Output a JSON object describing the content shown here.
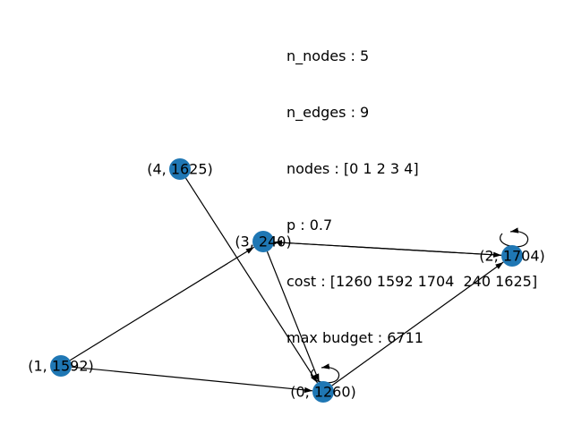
{
  "info": {
    "lines": [
      "n_nodes : 5",
      "n_edges : 9",
      "nodes : [0 1 2 3 4]",
      "p : 0.7",
      "cost : [1260 1592 1704  240 1625]",
      "max budget : 6711"
    ]
  },
  "graph": {
    "node_color": "#1f77b4",
    "edge_color": "#000000",
    "nodes": [
      {
        "id": 0,
        "label": "(0, 1260)"
      },
      {
        "id": 1,
        "label": "(1, 1592)"
      },
      {
        "id": 2,
        "label": "(2, 1704)"
      },
      {
        "id": 3,
        "label": "(3, 240)"
      },
      {
        "id": 4,
        "label": "(4, 1625)"
      }
    ],
    "edges": [
      {
        "source": 0,
        "target": 0
      },
      {
        "source": 0,
        "target": 2
      },
      {
        "source": 1,
        "target": 0
      },
      {
        "source": 1,
        "target": 3
      },
      {
        "source": 2,
        "target": 2
      },
      {
        "source": 2,
        "target": 3
      },
      {
        "source": 3,
        "target": 0
      },
      {
        "source": 3,
        "target": 2
      },
      {
        "source": 4,
        "target": 0
      }
    ]
  }
}
